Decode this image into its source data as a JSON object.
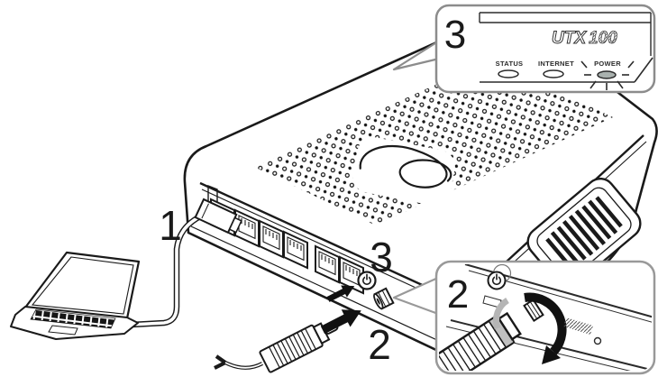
{
  "steps": {
    "ethernet_cable": "1",
    "power_plug": "2",
    "power_button": "3"
  },
  "callouts": {
    "top_panel": {
      "number": "3",
      "model": {
        "prefix": "UTX",
        "suffix": "100"
      },
      "leds": [
        "STATUS",
        "INTERNET",
        "POWER"
      ]
    },
    "power_connector": {
      "number": "2"
    }
  },
  "colors": {
    "line": "#1a1a1a",
    "callout_border": "#8c8c8c",
    "led_lit": "#a9b1ae",
    "shade": "#c0c0c0"
  }
}
